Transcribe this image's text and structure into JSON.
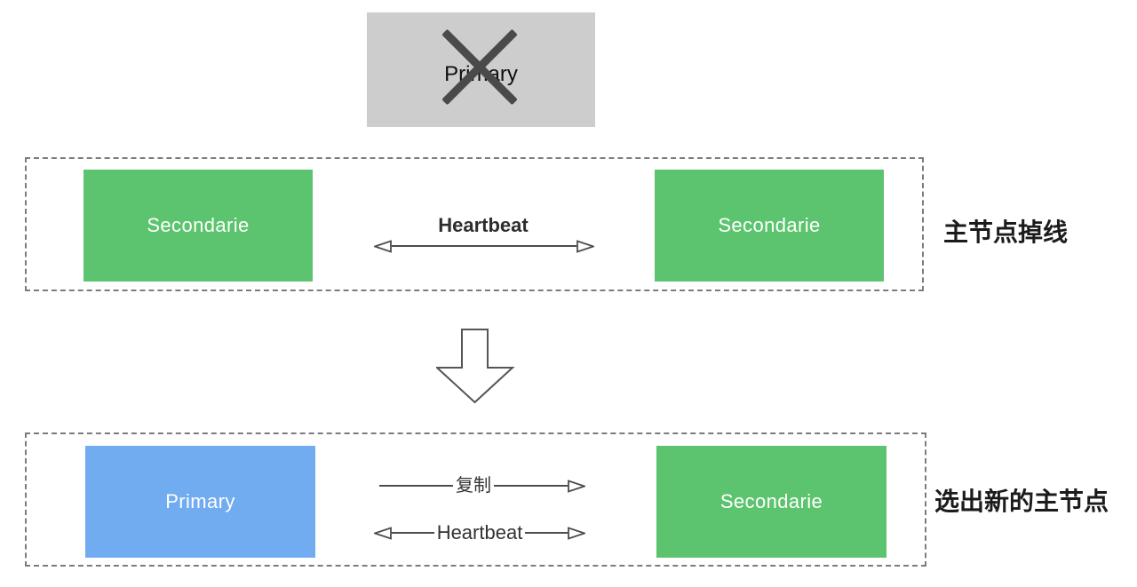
{
  "colors": {
    "green_node": "#5cc46e",
    "blue_node": "#71abf0",
    "failed_node_bg": "#cdcdcd",
    "x_mark": "#4a4a4a",
    "arrow_line": "#4d4d4d",
    "dashed_border": "#7c7c7c",
    "caption_text": "#1b1b1b",
    "node_text": "#ffffff"
  },
  "failed_primary": {
    "label": "Primary"
  },
  "section_offline": {
    "left_node_label": "Secondarie",
    "right_node_label": "Secondarie",
    "heartbeat_label": "Heartbeat",
    "caption": "主节点掉线"
  },
  "section_elected": {
    "left_node_label": "Primary",
    "right_node_label": "Secondarie",
    "replicate_label": "复制",
    "heartbeat_label": "Heartbeat",
    "caption": "选出新的主节点"
  }
}
